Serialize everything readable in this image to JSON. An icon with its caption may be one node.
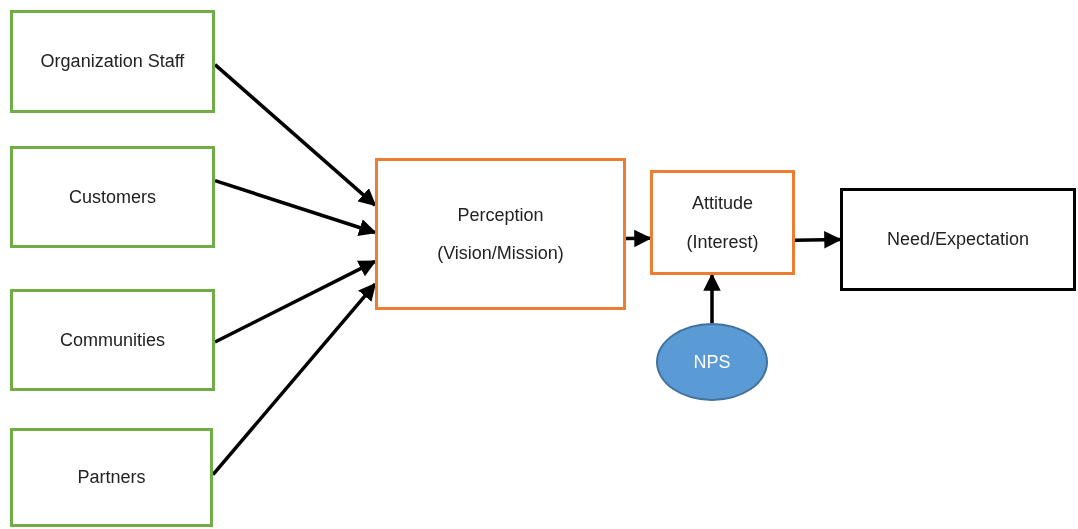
{
  "diagram": {
    "nodes": [
      {
        "text": [
          "Organization Staff"
        ]
      },
      {
        "text": [
          "Customers"
        ]
      },
      {
        "text": [
          "Communities"
        ]
      },
      {
        "text": [
          "Partners"
        ]
      },
      {
        "text": [
          "Perception",
          "(Vision/Mission)"
        ]
      },
      {
        "text": [
          "Attitude",
          "(Interest)"
        ]
      },
      {
        "text": [
          "Need/Expectation"
        ]
      },
      {
        "text": [
          "NPS"
        ]
      }
    ],
    "edges": [
      {
        "from": 0,
        "to": 4,
        "arrow": "to"
      },
      {
        "from": 1,
        "to": 4,
        "arrow": "to"
      },
      {
        "from": 2,
        "to": 4,
        "arrow": "to"
      },
      {
        "from": 3,
        "to": 4,
        "arrow": "to"
      },
      {
        "from": 4,
        "to": 5,
        "arrow": "to"
      },
      {
        "from": 5,
        "to": 6,
        "arrow": "to"
      },
      {
        "from": 7,
        "to": 5,
        "arrow": "to"
      }
    ]
  }
}
